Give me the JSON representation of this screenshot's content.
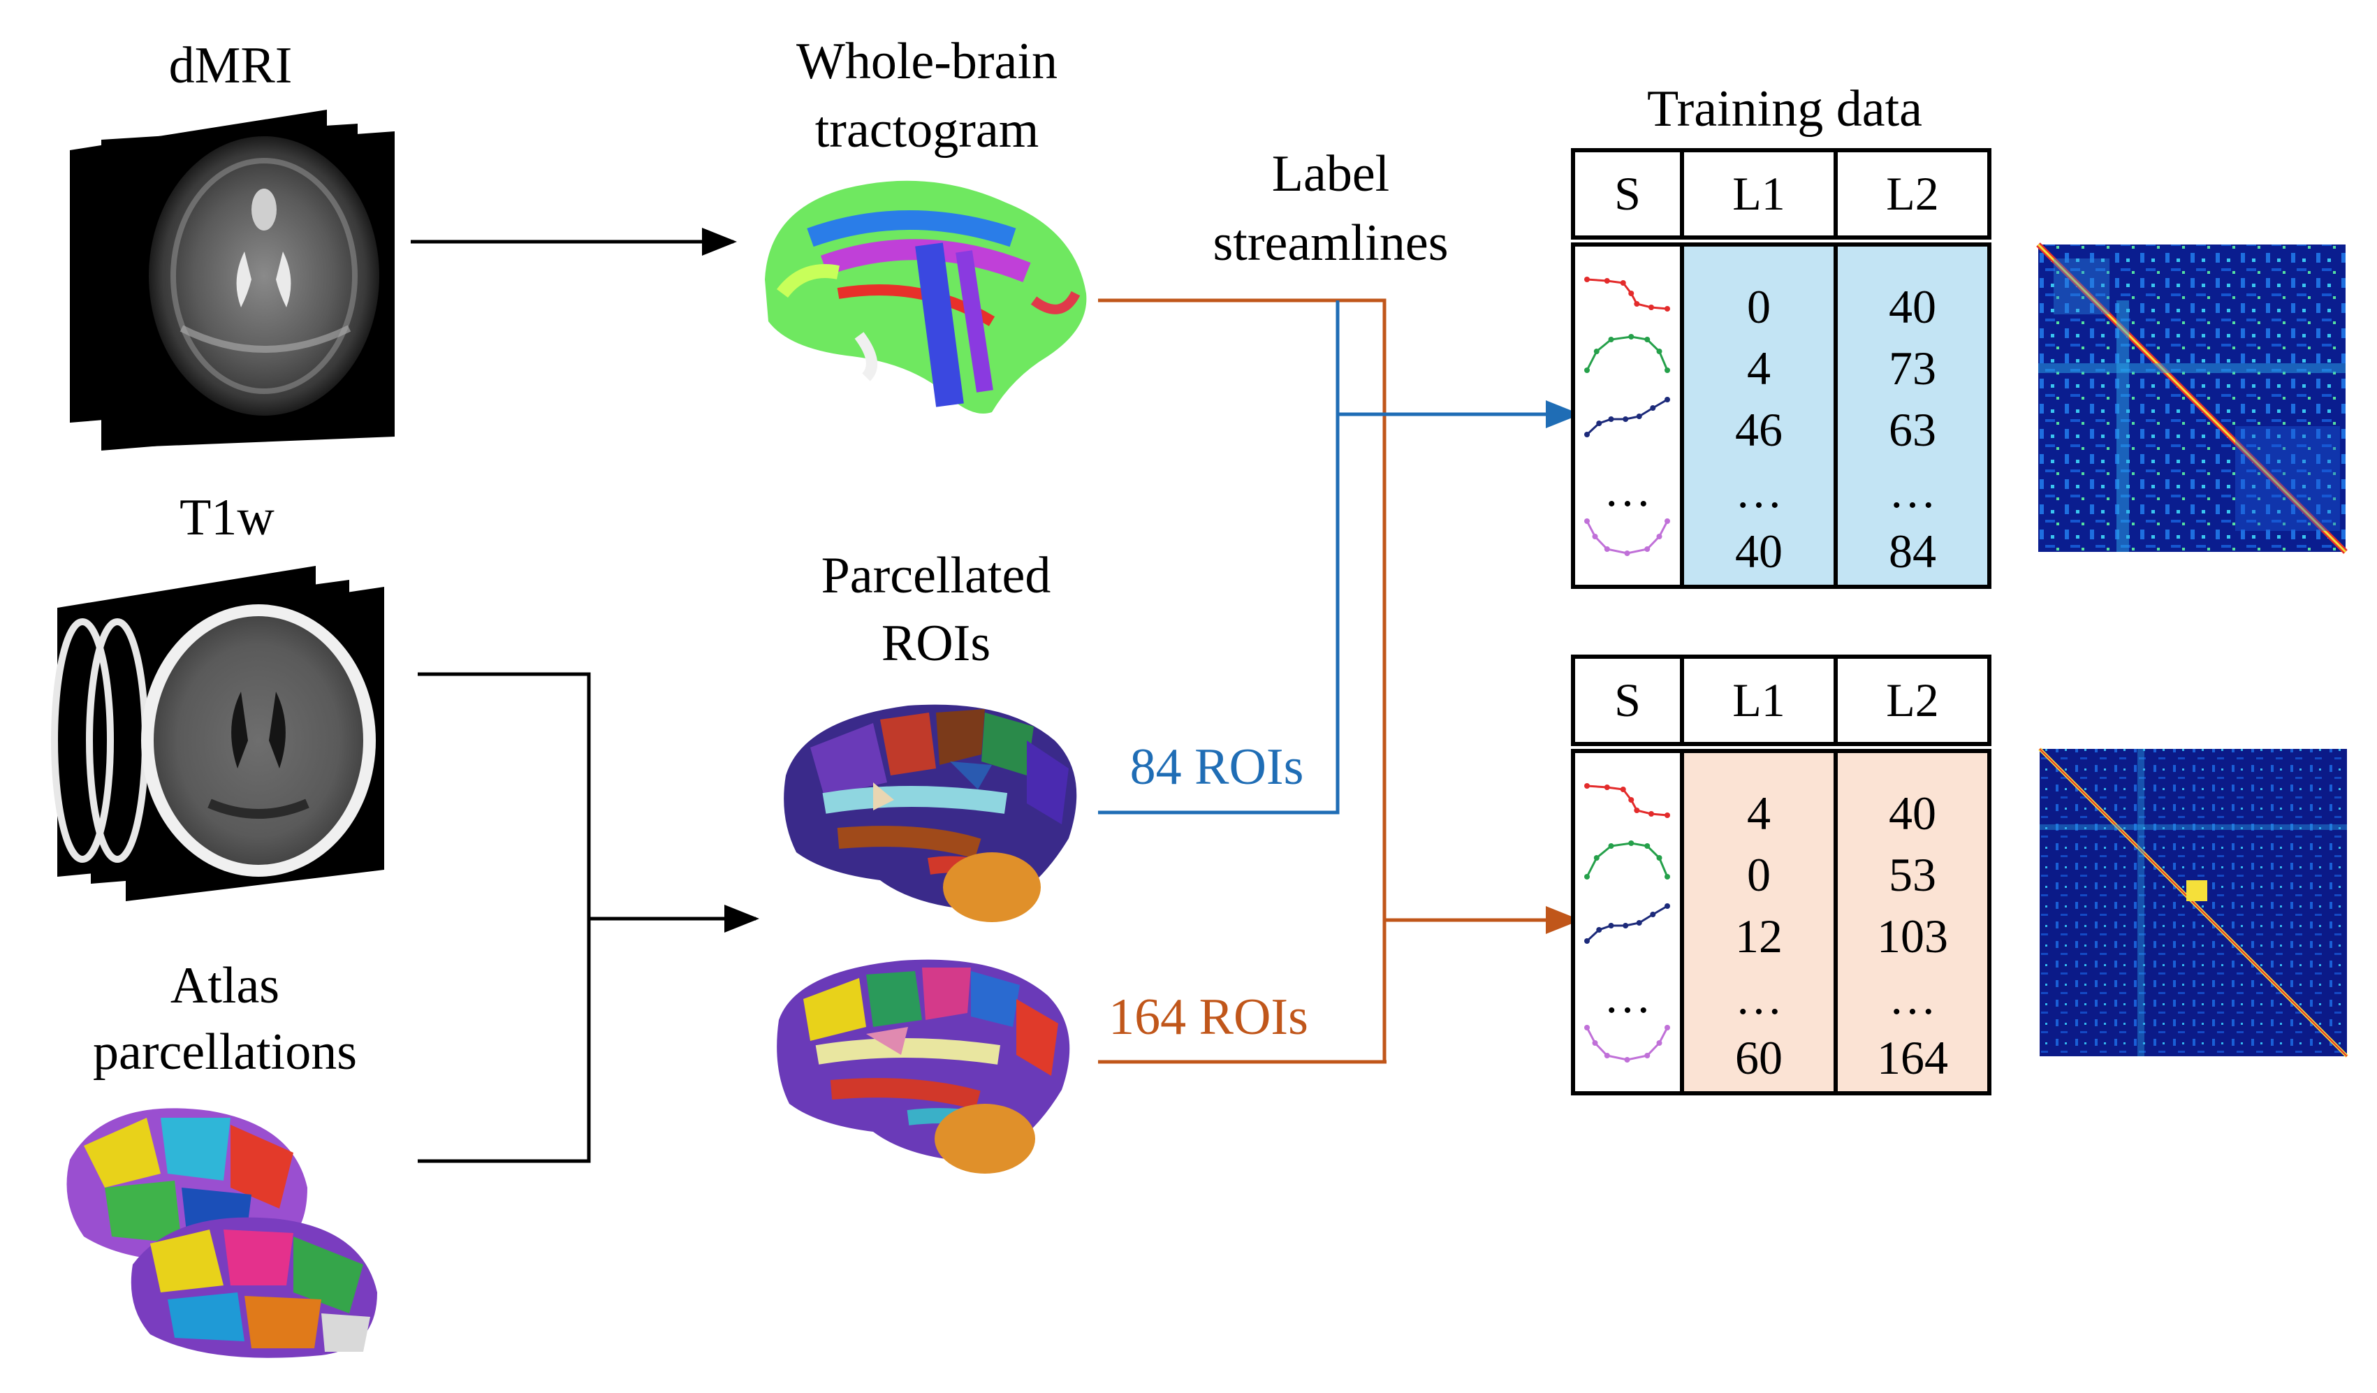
{
  "labels": {
    "dmri": "dMRI",
    "t1w": "T1w",
    "atlas_line1": "Atlas",
    "atlas_line2": "parcellations",
    "tractogram_line1": "Whole-brain",
    "tractogram_line2": "tractogram",
    "parcellated_line1": "Parcellated",
    "parcellated_line2": "ROIs",
    "label_line1": "Label",
    "label_line2": "streamlines",
    "training_data": "Training data",
    "roi84": "84 ROIs",
    "roi164": "164 ROIs"
  },
  "colors": {
    "blue": "#1f6db5",
    "orange": "#c0561a",
    "table_blue_fill": "#c3e4f4",
    "table_orange_fill": "#fbe3d4"
  },
  "tables": [
    {
      "headers": [
        "S",
        "L1",
        "L2"
      ],
      "rows": [
        {
          "streamline": "red-curve",
          "l1": "0",
          "l2": "40"
        },
        {
          "streamline": "green-curve",
          "l1": "4",
          "l2": "73"
        },
        {
          "streamline": "navy-curve",
          "l1": "46",
          "l2": "63"
        },
        {
          "streamline": "ellipsis",
          "l1": "…",
          "l2": "…",
          "s": "…"
        },
        {
          "streamline": "purple-curve",
          "l1": "40",
          "l2": "84"
        }
      ]
    },
    {
      "headers": [
        "S",
        "L1",
        "L2"
      ],
      "rows": [
        {
          "streamline": "red-curve",
          "l1": "4",
          "l2": "40"
        },
        {
          "streamline": "green-curve",
          "l1": "0",
          "l2": "53"
        },
        {
          "streamline": "navy-curve",
          "l1": "12",
          "l2": "103"
        },
        {
          "streamline": "ellipsis",
          "l1": "…",
          "l2": "…",
          "s": "…"
        },
        {
          "streamline": "purple-curve",
          "l1": "60",
          "l2": "164"
        }
      ]
    }
  ],
  "images": {
    "dmri": "dmri-axial-slice-stack",
    "t1w": "t1w-axial-slice-stack",
    "atlas": "atlas-inflated-surface",
    "tractogram": "whole-brain-tractogram",
    "brain84": "parcellated-brain-84",
    "brain164": "parcellated-brain-164",
    "matrix84": "connectivity-matrix-84",
    "matrix164": "connectivity-matrix-164"
  }
}
